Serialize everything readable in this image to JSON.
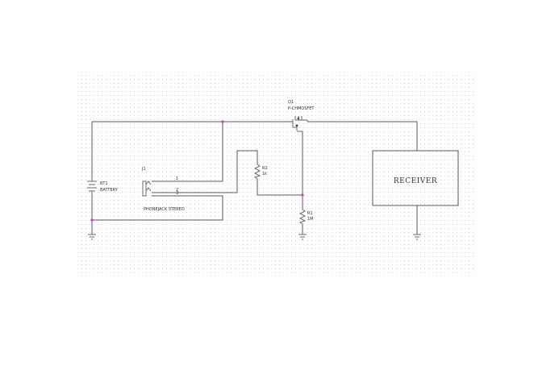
{
  "diagram": {
    "components": {
      "battery": {
        "ref": "BT1",
        "value": "BATTERY"
      },
      "jack": {
        "ref": "J1",
        "value": "PHONEJACK STEREO",
        "pins": [
          "1",
          "2",
          "3"
        ]
      },
      "mosfet": {
        "ref": "Q1",
        "value": "P-CHMOSFET"
      },
      "r2": {
        "ref": "R2",
        "value": "1k"
      },
      "r1": {
        "ref": "R1",
        "value": "1M"
      },
      "receiver": {
        "label": "RECEIVER"
      }
    },
    "colors": {
      "wire": "#5a5a5a",
      "junction": "#c040c0",
      "grid": "#d4d4d4"
    }
  }
}
